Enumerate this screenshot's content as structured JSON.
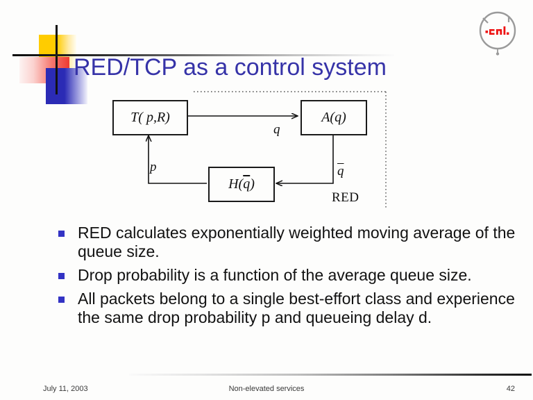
{
  "slide": {
    "title": "RED/TCP as a control system",
    "title_color": "#3633a8",
    "background": "#fdfdfc"
  },
  "logo": {
    "name": "cnl-logo",
    "text": "cnl",
    "mark_color": "#ee1111",
    "ring_color": "#9a9a9a"
  },
  "decor": {
    "yellow": "#ffcc00",
    "red": "#f03a30",
    "blue": "#2b2bb5",
    "line": "#111111"
  },
  "diagram": {
    "boxes": [
      {
        "id": "T",
        "label": "T( p,R)"
      },
      {
        "id": "A",
        "label": "A(q)"
      },
      {
        "id": "H",
        "label": "H(q̄)"
      }
    ],
    "edge_labels": {
      "q": "q",
      "p": "p",
      "qbar": "q",
      "region": "RED"
    }
  },
  "bullets": [
    "RED calculates exponentially weighted moving average of the queue size.",
    "Drop probability is a function of the average queue size.",
    "All packets belong to a single best-effort class and experience the same drop probability p and queueing delay d."
  ],
  "bullet_color": "#3333c4",
  "footer": {
    "date": "July 11, 2003",
    "center": "Non-elevated services",
    "page": "42"
  }
}
